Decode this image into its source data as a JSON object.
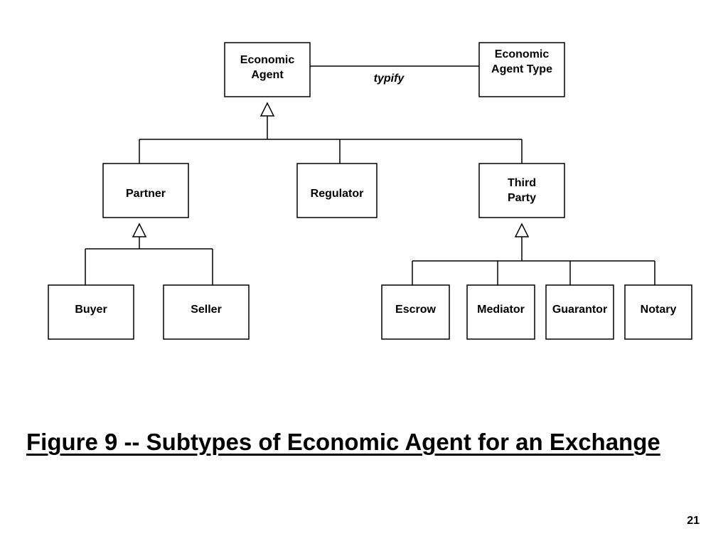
{
  "nodes": {
    "economic_agent": {
      "lines": [
        "Economic",
        "Agent"
      ]
    },
    "economic_agent_type": {
      "lines": [
        "Economic",
        "Agent Type"
      ]
    },
    "partner": {
      "lines": [
        "Partner"
      ]
    },
    "regulator": {
      "lines": [
        "Regulator"
      ]
    },
    "third_party": {
      "lines": [
        "Third",
        "Party"
      ]
    },
    "buyer": {
      "lines": [
        "Buyer"
      ]
    },
    "seller": {
      "lines": [
        "Seller"
      ]
    },
    "escrow": {
      "lines": [
        "Escrow"
      ]
    },
    "mediator": {
      "lines": [
        "Mediator"
      ]
    },
    "guarantor": {
      "lines": [
        "Guarantor"
      ]
    },
    "notary": {
      "lines": [
        "Notary"
      ]
    }
  },
  "association": {
    "label": "typify",
    "from": "economic_agent",
    "to": "economic_agent_type"
  },
  "generalizations": [
    {
      "parent": "economic_agent",
      "children": [
        "partner",
        "regulator",
        "third_party"
      ]
    },
    {
      "parent": "partner",
      "children": [
        "buyer",
        "seller"
      ]
    },
    {
      "parent": "third_party",
      "children": [
        "escrow",
        "mediator",
        "guarantor",
        "notary"
      ]
    }
  ],
  "caption": "Figure 9 -- Subtypes of Economic Agent for an Exchange",
  "page_number": "21"
}
